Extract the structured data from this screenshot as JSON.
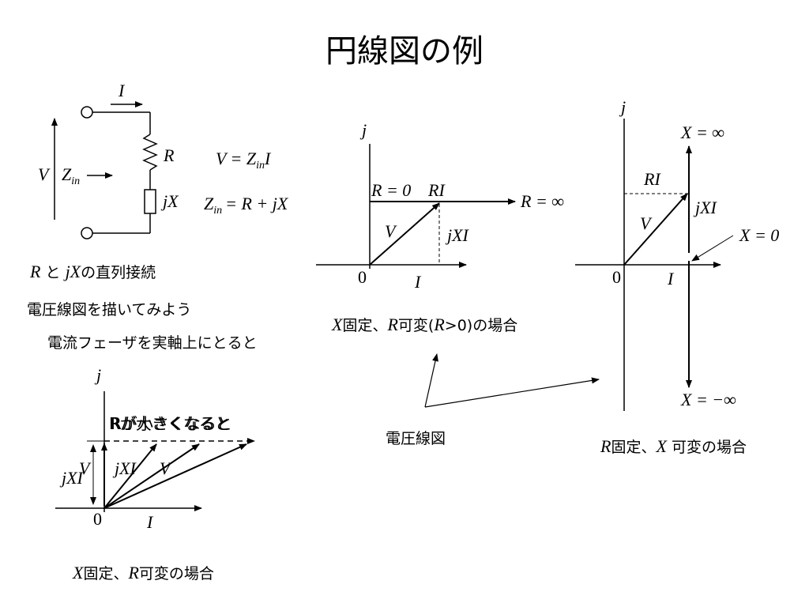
{
  "title": "円線図の例",
  "circuit": {
    "current_label": "I",
    "r_label": "R",
    "jx_label": "jX",
    "v_label": "V",
    "zin_label": "Z",
    "zin_sub": "in",
    "eq1": "V = Z",
    "eq1_sub": "in",
    "eq1_tail": "I",
    "eq2": "Z",
    "eq2_sub": "in",
    "eq2_tail": "= R + jX"
  },
  "texts": {
    "series_R": "R",
    "series_mid": "と",
    "series_jX": "jX",
    "series_tail": "の直列接続",
    "draw_voltage": "電圧線図を描いてみよう",
    "current_phasor": "電流フェーザを実軸上にとると",
    "voltage_diagram": "電圧線図"
  },
  "diagram_mid": {
    "j": "j",
    "r0": "R = 0",
    "ri": "RI",
    "rinf": "R = ∞",
    "v": "V",
    "jxi": "jXI",
    "origin": "0",
    "i": "I",
    "caption_X": "X",
    "caption_a": "固定、",
    "caption_R": "R",
    "caption_b": "可変(",
    "caption_R2": "R",
    "caption_c": ">0)の場合"
  },
  "diagram_right": {
    "j": "j",
    "xinf": "X = ∞",
    "ri": "RI",
    "jxi": "jXI",
    "v": "V",
    "x0": "X = 0",
    "origin": "0",
    "i": "I",
    "xneginf": "X = −∞",
    "caption_R": "R",
    "caption_a": "固定、",
    "caption_X": "X",
    "caption_b": " 可変の場合"
  },
  "diagram_left": {
    "j": "j",
    "overlap1": "Rが大きくなると",
    "overlap2": "Rが小さくなると",
    "v_vertical": "V",
    "jxi_side": "jXI",
    "jxi_mid": "jXI",
    "v_mid": "V",
    "origin": "0",
    "i": "I",
    "caption_X": "X",
    "caption_a": "固定、",
    "caption_R": "R",
    "caption_b": "可変の場合"
  }
}
